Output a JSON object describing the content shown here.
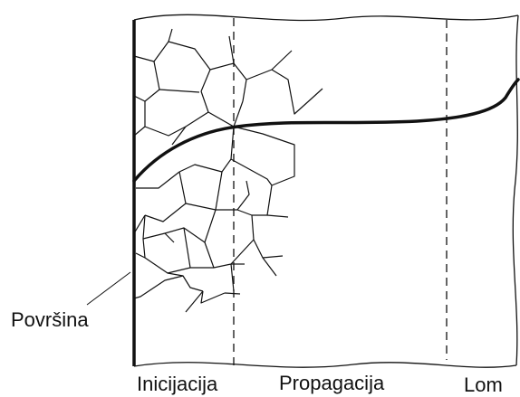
{
  "diagram": {
    "labels": {
      "surface": "Površina",
      "initiation": "Inicijacija",
      "propagation": "Propagacija",
      "fracture": "Lom"
    },
    "colors": {
      "ink": "#111111",
      "background": "#ffffff"
    }
  }
}
